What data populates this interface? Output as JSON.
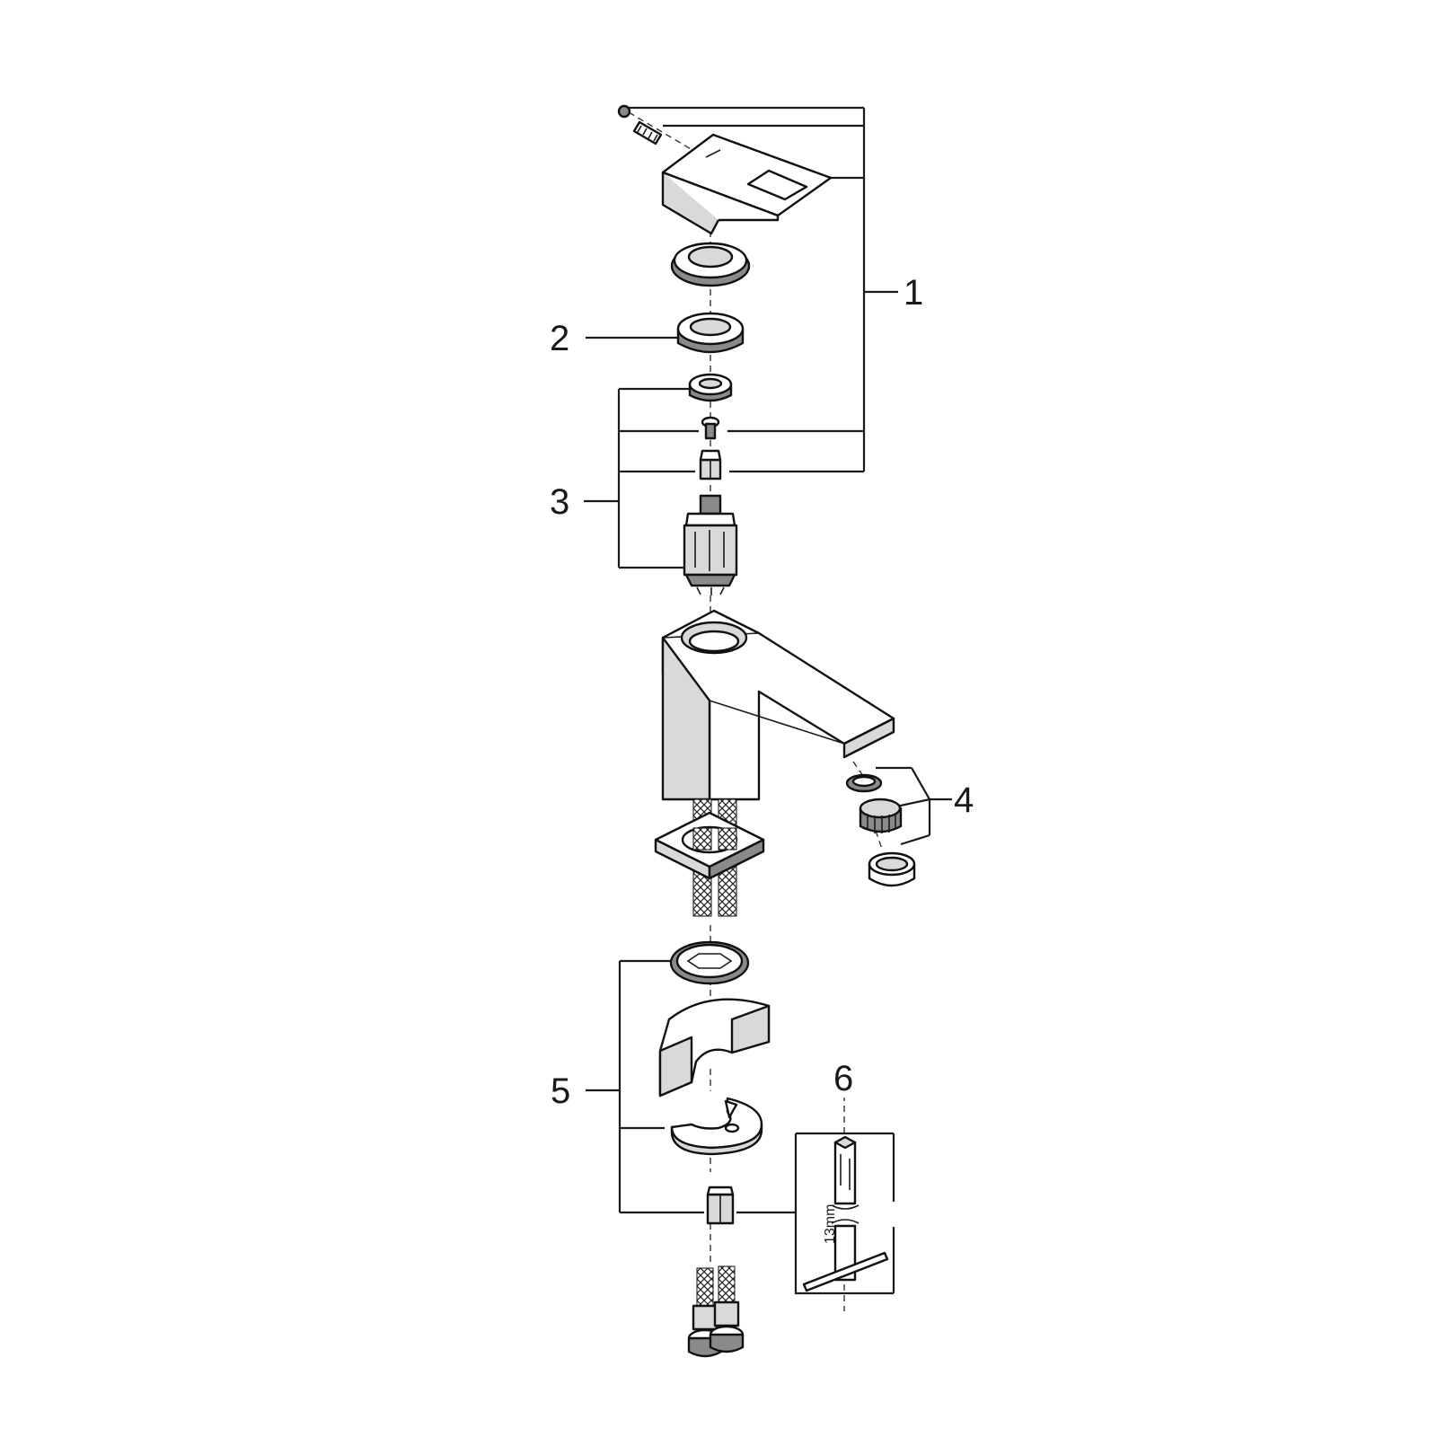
{
  "callouts": {
    "c1": "1",
    "c2": "2",
    "c3": "3",
    "c4": "4",
    "c5": "5",
    "c6": "6"
  },
  "tool": {
    "size_label": "13mm"
  },
  "colors": {
    "ink": "#1a1a1a",
    "background": "#ffffff",
    "part_shade": "#d9d9d9",
    "part_dark": "#8a8a8a"
  }
}
